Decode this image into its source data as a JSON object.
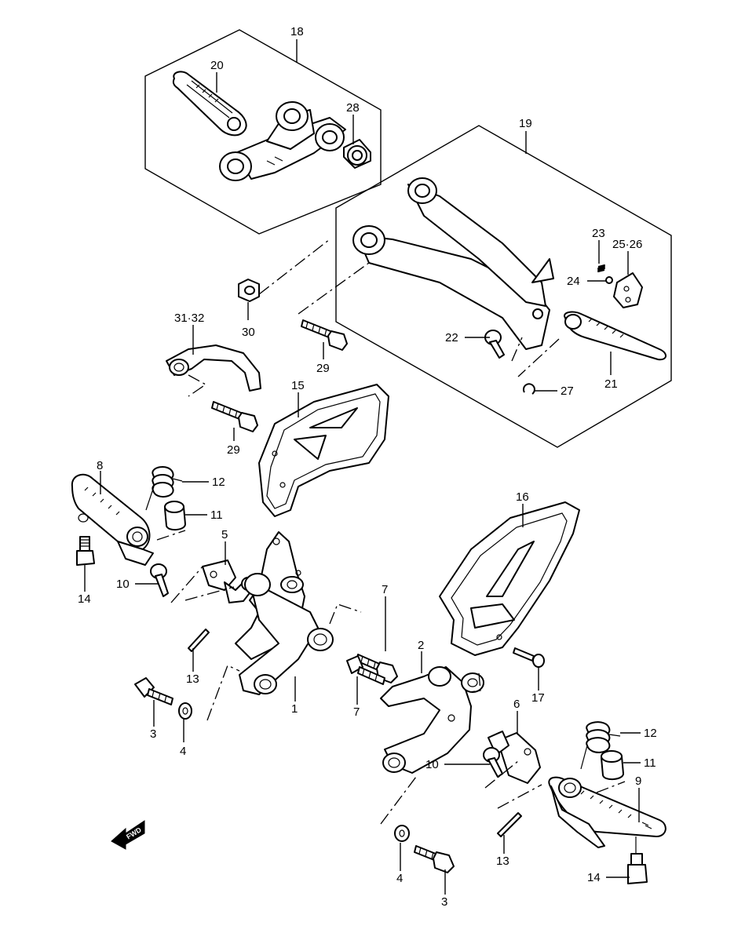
{
  "callouts": [
    {
      "id": "c18",
      "label": "18"
    },
    {
      "id": "c20",
      "label": "20"
    },
    {
      "id": "c28",
      "label": "28"
    },
    {
      "id": "c19",
      "label": "19"
    },
    {
      "id": "c23",
      "label": "23"
    },
    {
      "id": "c25",
      "label": "25·26"
    },
    {
      "id": "c24",
      "label": "24"
    },
    {
      "id": "c30",
      "label": "30"
    },
    {
      "id": "c31",
      "label": "31·32"
    },
    {
      "id": "c29a",
      "label": "29"
    },
    {
      "id": "c22",
      "label": "22"
    },
    {
      "id": "c21",
      "label": "21"
    },
    {
      "id": "c27",
      "label": "27"
    },
    {
      "id": "c15",
      "label": "15"
    },
    {
      "id": "c29b",
      "label": "29"
    },
    {
      "id": "c8",
      "label": "8"
    },
    {
      "id": "c12a",
      "label": "12"
    },
    {
      "id": "c11a",
      "label": "11"
    },
    {
      "id": "c16",
      "label": "16"
    },
    {
      "id": "c14a",
      "label": "14"
    },
    {
      "id": "c5",
      "label": "5"
    },
    {
      "id": "c10a",
      "label": "10"
    },
    {
      "id": "c7a",
      "label": "7"
    },
    {
      "id": "c13a",
      "label": "13"
    },
    {
      "id": "c2",
      "label": "2"
    },
    {
      "id": "c17",
      "label": "17"
    },
    {
      "id": "c1",
      "label": "1"
    },
    {
      "id": "c7b",
      "label": "7"
    },
    {
      "id": "c3a",
      "label": "3"
    },
    {
      "id": "c4a",
      "label": "4"
    },
    {
      "id": "c6",
      "label": "6"
    },
    {
      "id": "c12b",
      "label": "12"
    },
    {
      "id": "c10b",
      "label": "10"
    },
    {
      "id": "c11b",
      "label": "11"
    },
    {
      "id": "c9",
      "label": "9"
    },
    {
      "id": "c13b",
      "label": "13"
    },
    {
      "id": "c4b",
      "label": "4"
    },
    {
      "id": "c3b",
      "label": "3"
    },
    {
      "id": "c14b",
      "label": "14"
    }
  ],
  "fwd_badge": {
    "label": "FWD"
  }
}
